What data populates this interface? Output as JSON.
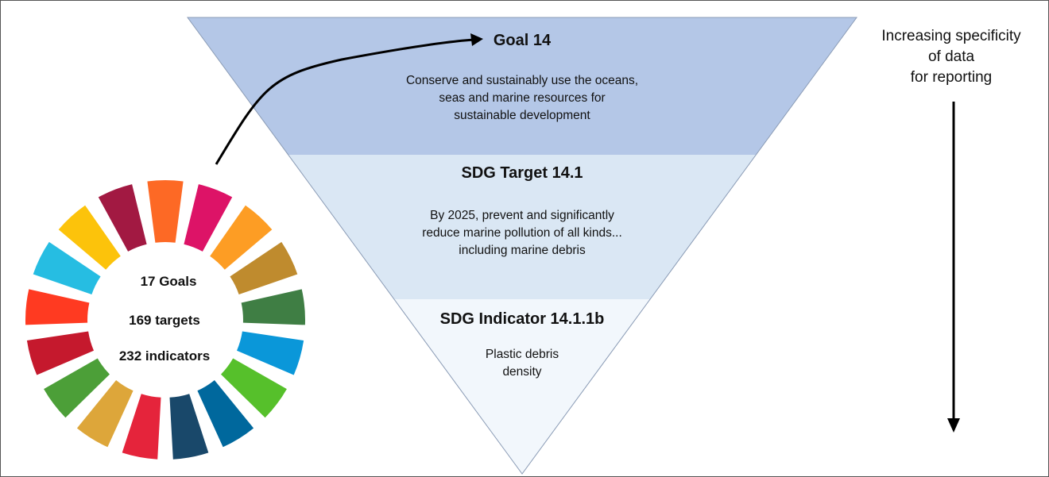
{
  "wheel": {
    "goals": "17 Goals",
    "targets": "169 targets",
    "indicators": "232 indicators",
    "colors": [
      "#e5243b",
      "#dda63a",
      "#4c9f38",
      "#c5192d",
      "#ff3a21",
      "#26bde2",
      "#fcc30b",
      "#a21942",
      "#fd6925",
      "#dd1367",
      "#fd9d24",
      "#bf8b2e",
      "#3f7e44",
      "#0a97d9",
      "#56c02b",
      "#00689d",
      "#19486a"
    ]
  },
  "pyramid": {
    "goal": {
      "title": "Goal 14",
      "line1": "Conserve and sustainably use the oceans,",
      "line2": "seas and marine resources for",
      "line3": "sustainable development",
      "color": "#b4c7e7"
    },
    "target": {
      "title": "SDG Target 14.1",
      "line1": "By 2025, prevent and significantly",
      "line2": "reduce marine pollution of all kinds...",
      "line3": "including marine debris",
      "color": "#dae7f4"
    },
    "indicator": {
      "title": "SDG Indicator 14.1.1b",
      "line1": "Plastic debris",
      "line2": "density",
      "color": "#f2f7fc"
    }
  },
  "side": {
    "line1": "Increasing specificity",
    "line2": "of data",
    "line3": "for reporting"
  }
}
